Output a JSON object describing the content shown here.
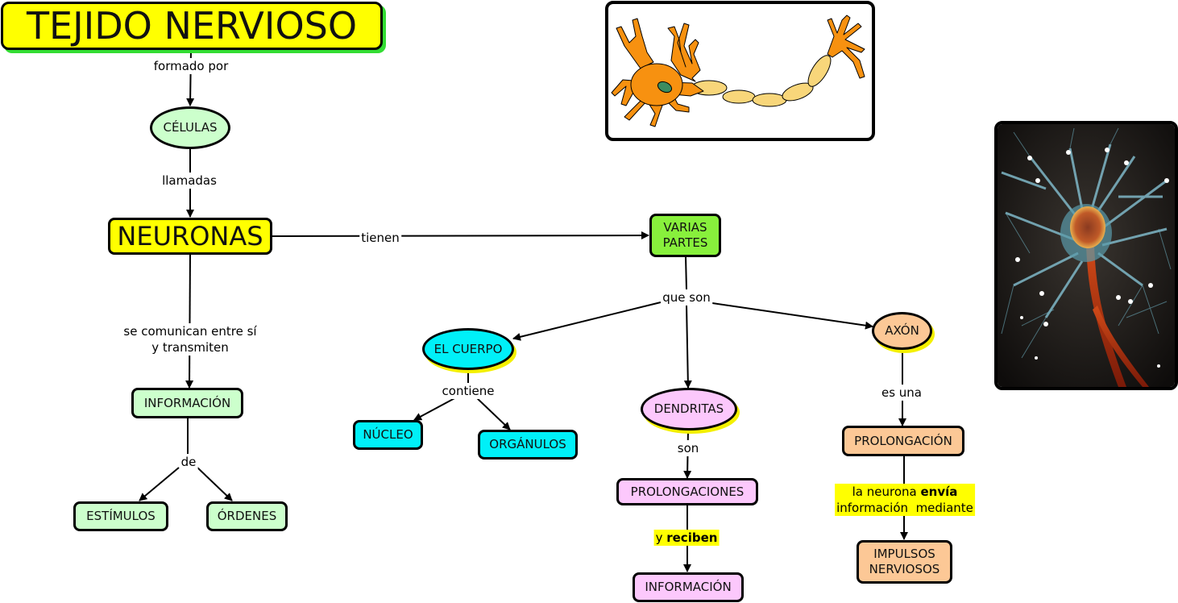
{
  "title": "TEJIDO NERVIOSO",
  "nodes": {
    "celulas": "CÉLULAS",
    "neuronas": "NEURONAS",
    "informacion_left": "INFORMACIÓN",
    "estimulos": "ESTÍMULOS",
    "ordenes": "ÓRDENES",
    "varias_partes_1": "VARIAS",
    "varias_partes_2": "PARTES",
    "el_cuerpo": "EL CUERPO",
    "nucleo": "NÚCLEO",
    "organulos": "ORGÁNULOS",
    "dendritas": "DENDRITAS",
    "prolongaciones": "PROLONGACIONES",
    "informacion_right": "INFORMACIÓN",
    "axon": "AXÓN",
    "prolongacion": "PROLONGACIÓN",
    "impulsos_1": "IMPULSOS",
    "impulsos_2": "NERVIOSOS"
  },
  "links": {
    "formado_por": "formado por",
    "llamadas": "llamadas",
    "tienen": "tienen",
    "se_comunican_1": "se comunican entre sí",
    "se_comunican_2": "y transmiten",
    "de": "de",
    "que_son": "que son",
    "contiene": "contiene",
    "son": "son",
    "y_reciben_plain": "y ",
    "y_reciben_bold": "reciben",
    "es_una": "es una",
    "envia_1_plain": "la neurona ",
    "envia_1_bold": "envía",
    "envia_2": "información  mediante"
  },
  "images": {
    "neuron_drawing": "neuron-diagram-illustration",
    "neuron_photo": "neuron-3d-render"
  },
  "colors": {
    "title_fill": "#ffff00",
    "green_light": "#ccffcc",
    "green_bright": "#88f03c",
    "cyan": "#00f0f8",
    "pink": "#fcc8fc",
    "peach": "#fcc896",
    "highlight": "#ffff00"
  }
}
